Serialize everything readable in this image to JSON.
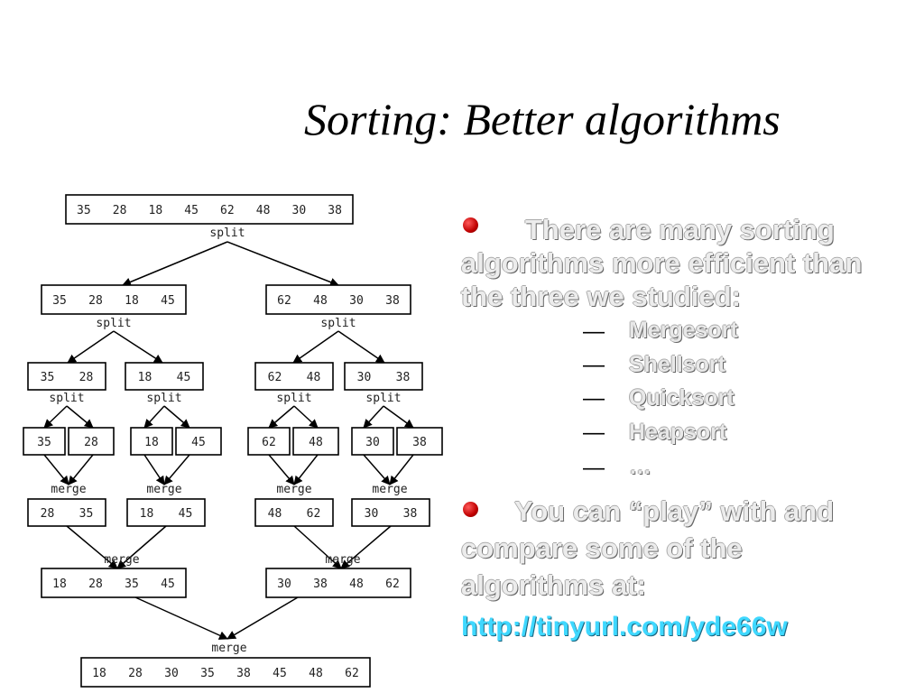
{
  "slide": {
    "title": "Sorting: Better algorithms",
    "bullet1": {
      "lines": [
        "There are many sorting",
        "algorithms more efficient than",
        "the three we studied:"
      ],
      "items": [
        "Mergesort",
        "Shellsort",
        "Quicksort",
        "Heapsort",
        "…"
      ],
      "dash": "—"
    },
    "bullet2": {
      "lines": [
        "You can “play” with and",
        "compare some of the",
        "algorithms at:"
      ],
      "link": "http://tinyurl.com/yde66w"
    },
    "colors": {
      "bullet": "#cc0000",
      "link": "#3fd8ff",
      "text": "#ececec"
    }
  },
  "diagram": {
    "ops": {
      "split": "split",
      "merge": "merge"
    },
    "root": [
      "35",
      "28",
      "18",
      "45",
      "62",
      "48",
      "30",
      "38"
    ],
    "level1": [
      [
        "35",
        "28",
        "18",
        "45"
      ],
      [
        "62",
        "48",
        "30",
        "38"
      ]
    ],
    "level2": [
      [
        "35",
        "28"
      ],
      [
        "18",
        "45"
      ],
      [
        "62",
        "48"
      ],
      [
        "30",
        "38"
      ]
    ],
    "singles": [
      "35",
      "28",
      "18",
      "45",
      "62",
      "48",
      "30",
      "38"
    ],
    "merge1": [
      [
        "28",
        "35"
      ],
      [
        "18",
        "45"
      ],
      [
        "48",
        "62"
      ],
      [
        "30",
        "38"
      ]
    ],
    "merge2": [
      [
        "18",
        "28",
        "35",
        "45"
      ],
      [
        "30",
        "38",
        "48",
        "62"
      ]
    ],
    "final": [
      "18",
      "28",
      "30",
      "35",
      "38",
      "45",
      "48",
      "62"
    ]
  }
}
